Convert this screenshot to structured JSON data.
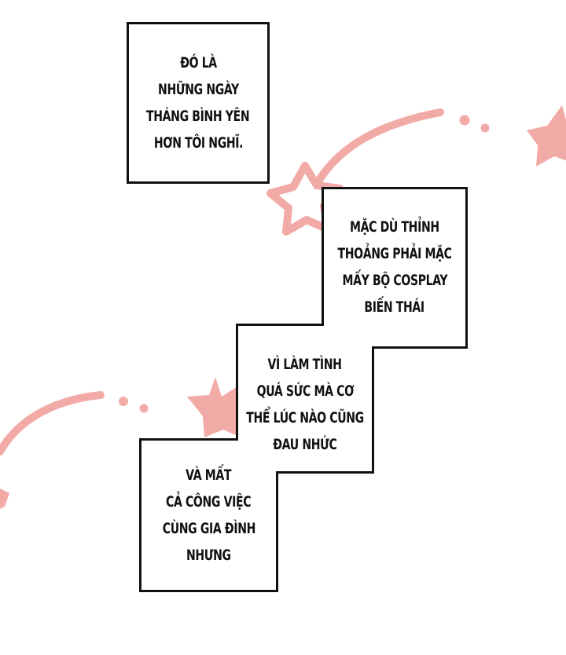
{
  "colors": {
    "background": "#ffffff",
    "border": "#111111",
    "text": "#111111",
    "decoration_pink": "#f2aaa6"
  },
  "panels": [
    {
      "id": "caption-1",
      "lines": [
        "ĐÓ LÀ",
        "NHỮNG NGÀY",
        "THÁNG BÌNH YÊN",
        "HƠN TÔI NGHĨ."
      ]
    },
    {
      "id": "caption-2",
      "lines": [
        "MẶC DÙ THỈNH",
        "THOẢNG PHẢI MẶC",
        "MẤY BỘ COSPLAY",
        "BIẾN THÁI"
      ]
    },
    {
      "id": "caption-3",
      "lines": [
        "VÌ LÀM TÌNH",
        "QUÁ SỨC MÀ CƠ",
        "THỂ LÚC NÀO CŨNG",
        "ĐAU NHỨC"
      ]
    },
    {
      "id": "caption-4",
      "lines": [
        "VÀ MẤT",
        "CẢ CÔNG VIỆC",
        "CÙNG GIA ĐÌNH",
        "NHƯNG"
      ]
    }
  ],
  "decorations": [
    {
      "type": "shooting-star-outline",
      "position": "center-left of caption-2"
    },
    {
      "type": "star-filled",
      "position": "top-right edge"
    },
    {
      "type": "shooting-star-filled",
      "position": "left of caption-3"
    },
    {
      "type": "star-fragment",
      "position": "bottom-left edge"
    }
  ]
}
